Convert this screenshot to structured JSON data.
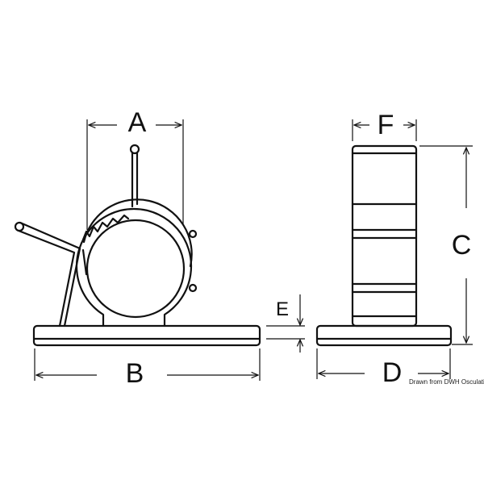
{
  "labels": {
    "A": "A",
    "B": "B",
    "C": "C",
    "D": "D",
    "E": "E",
    "F": "F"
  },
  "credit": "Drawn from DWH Osculati Srl",
  "colors": {
    "line": "#111111",
    "background": "#ffffff"
  }
}
